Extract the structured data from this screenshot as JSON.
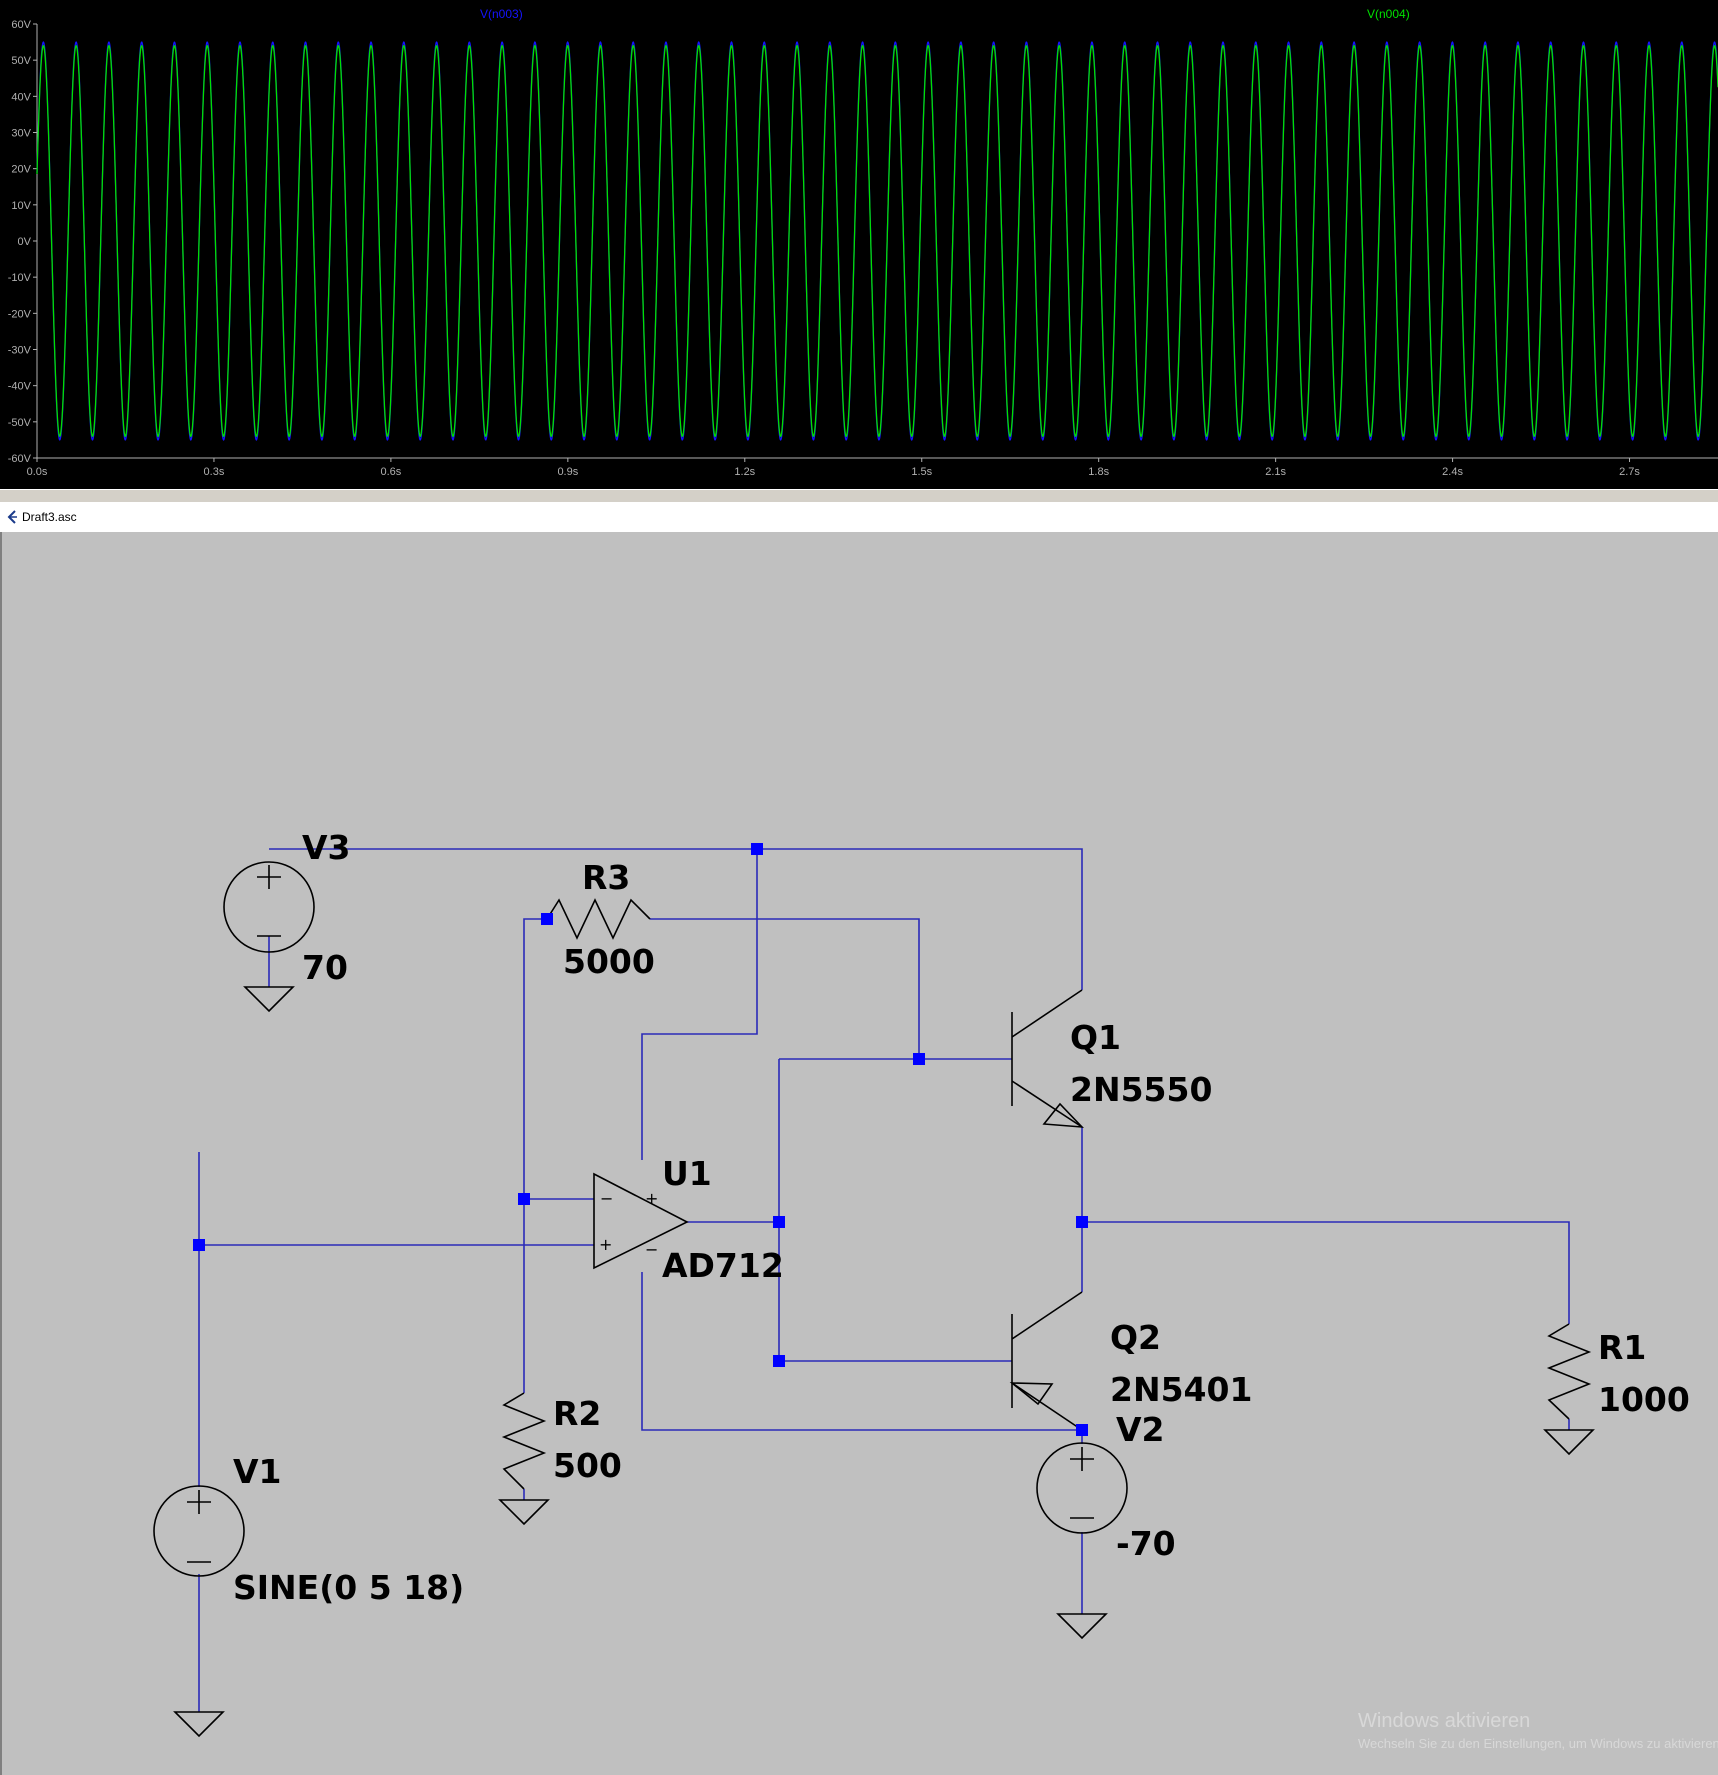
{
  "waveform": {
    "traces": [
      {
        "name": "V(n003)",
        "color": "#1414ff"
      },
      {
        "name": "V(n004)",
        "color": "#00e000"
      }
    ],
    "background": "#000000",
    "axis_color": "#b0b0b0"
  },
  "chart_data": {
    "type": "line",
    "x_unit": "s",
    "xlim": [
      0,
      2.85
    ],
    "ylim": [
      -60,
      60
    ],
    "x_ticks": [
      "0.0s",
      "0.3s",
      "0.6s",
      "0.9s",
      "1.2s",
      "1.5s",
      "1.8s",
      "2.1s",
      "2.4s",
      "2.7s"
    ],
    "y_ticks": [
      "60V",
      "50V",
      "40V",
      "30V",
      "20V",
      "10V",
      "0V",
      "-10V",
      "-20V",
      "-30V",
      "-40V",
      "-50V",
      "-60V"
    ],
    "series": [
      {
        "name": "V(n003)",
        "signal": "sine",
        "amplitude": 55,
        "frequency": 18,
        "offset": 0
      },
      {
        "name": "V(n004)",
        "signal": "sine",
        "amplitude": 54,
        "frequency": 18,
        "offset": 0
      }
    ],
    "grid": false,
    "legend": "top"
  },
  "window": {
    "title": "Draft3.asc"
  },
  "schematic": {
    "wire_color": "#2a2ab8",
    "junction_color": "#0000ff",
    "components": {
      "V3": {
        "name": "V3",
        "value": "70"
      },
      "R3": {
        "name": "R3",
        "value": "5000"
      },
      "Q1": {
        "name": "Q1",
        "value": "2N5550"
      },
      "U1": {
        "name": "U1",
        "value": "AD712"
      },
      "Q2": {
        "name": "Q2",
        "value": "2N5401"
      },
      "V2": {
        "name": "V2",
        "value": "-70"
      },
      "R1": {
        "name": "R1",
        "value": "1000"
      },
      "R2": {
        "name": "R2",
        "value": "500"
      },
      "V1": {
        "name": "V1",
        "value": "SINE(0 5 18)"
      }
    },
    "opamp_pins": {
      "inv": "−",
      "noninv": "+",
      "vplus": "+",
      "vminus": "−"
    }
  },
  "watermark": {
    "line1": "Windows aktivieren",
    "line2": "Wechseln Sie zu den Einstellungen, um Windows zu aktivieren."
  }
}
